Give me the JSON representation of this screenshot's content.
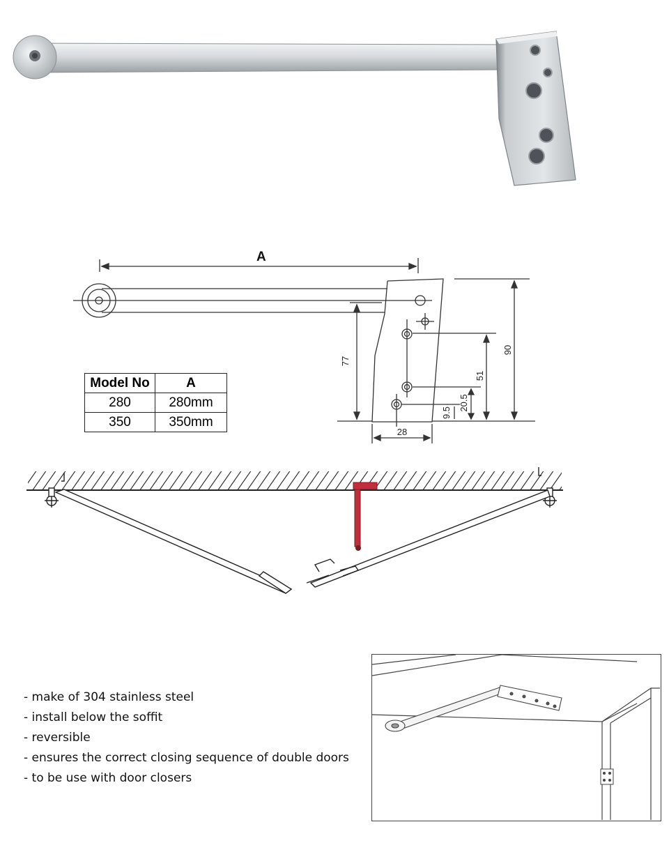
{
  "product_photo": {
    "caption": ""
  },
  "dimension_drawing": {
    "label_A": "A",
    "dim_77": "77",
    "dim_90": "90",
    "dim_51": "51",
    "dim_20_5": "20.5",
    "dim_9_5": "9.5",
    "dim_28": "28"
  },
  "model_table": {
    "headers": [
      "Model No",
      "A"
    ],
    "rows": [
      [
        "280",
        "280mm"
      ],
      [
        "350",
        "350mm"
      ]
    ]
  },
  "features": [
    "- make of 304 stainless steel",
    "- install below the soffit",
    "- reversible",
    "- ensures the correct closing sequence of double doors",
    "- to be use with door closers"
  ],
  "colors": {
    "steel_light": "#dfe2e4",
    "steel_dark": "#8f9599",
    "accent_red": "#c0303c",
    "line": "#333333"
  }
}
